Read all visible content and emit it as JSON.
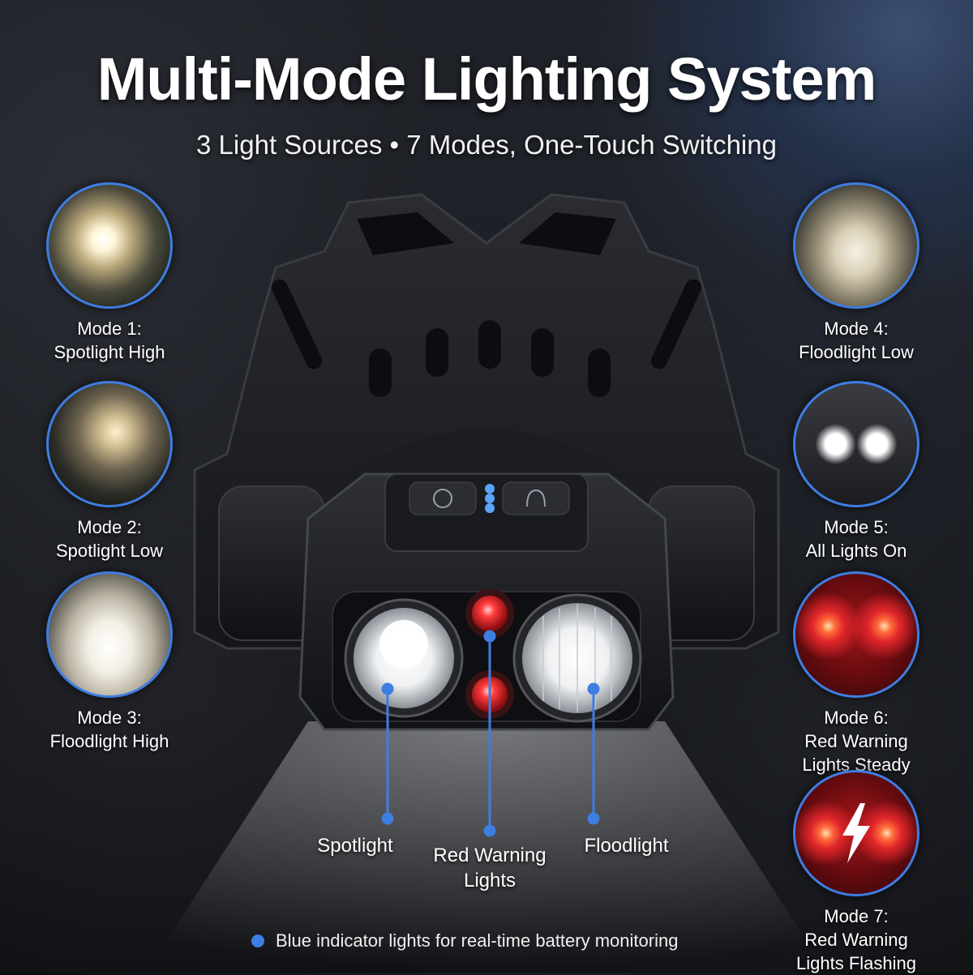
{
  "title": "Multi-Mode Lighting System",
  "subtitle": "3 Light Sources • 7 Modes, One-Touch Switching",
  "modes": [
    {
      "line1": "Mode 1:",
      "line2": "Spotlight High"
    },
    {
      "line1": "Mode 2:",
      "line2": "Spotlight Low"
    },
    {
      "line1": "Mode 3:",
      "line2": "Floodlight High"
    },
    {
      "line1": "Mode 4:",
      "line2": "Floodlight Low"
    },
    {
      "line1": "Mode 5:",
      "line2": "All Lights On"
    },
    {
      "line1": "Mode 6:",
      "line2": "Red Warning",
      "line3": "Lights Steady"
    },
    {
      "line1": "Mode 7:",
      "line2": "Red Warning",
      "line3": "Lights Flashing"
    }
  ],
  "callouts": {
    "spotlight": "Spotlight",
    "red_warning_1": "Red Warning",
    "red_warning_2": "Lights",
    "floodlight": "Floodlight"
  },
  "footnote": "Blue indicator lights for real-time battery monitoring",
  "colors": {
    "accent_blue": "#3e7de2",
    "warning_red": "#e0262b",
    "white_light": "#ffffff"
  }
}
